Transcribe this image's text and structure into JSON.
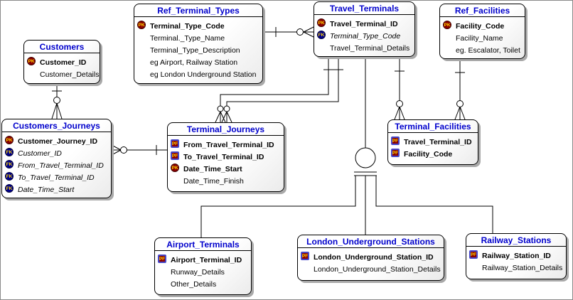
{
  "diagram": {
    "kind": "entity-relationship data model",
    "colors": {
      "entity_title_text": "#0000cc",
      "entity_border": "#000000",
      "entity_fill": "#ffffff",
      "entity_shadow": "#a9a9a9",
      "relationship_line": "#000000",
      "pk_badge_fill": "#8b0000",
      "fk_badge_fill": "#00008b",
      "pf_badge_fill": "#8b0000",
      "pf_badge_border": "#4646c8",
      "badge_text": "#ffd700"
    }
  },
  "entities": [
    {
      "id": "customers",
      "title": "Customers",
      "columns": [
        {
          "badge": "PK",
          "text": "Customer_ID",
          "style": "bold"
        },
        {
          "badge": null,
          "text": "Customer_Details",
          "style": "plain"
        }
      ]
    },
    {
      "id": "ref_terminal_types",
      "title": "Ref_Terminal_Types",
      "columns": [
        {
          "badge": "PK",
          "text": "Terminal_Type_Code",
          "style": "bold"
        },
        {
          "badge": null,
          "text": "Terminal._Type_Name",
          "style": "plain"
        },
        {
          "badge": null,
          "text": "Terminal_Type_Description",
          "style": "plain"
        },
        {
          "badge": null,
          "text": "eg Airport, Railway Station",
          "style": "plain"
        },
        {
          "badge": null,
          "text": "eg London Underground Station",
          "style": "plain"
        }
      ]
    },
    {
      "id": "travel_terminals",
      "title": "Travel_Terminals",
      "columns": [
        {
          "badge": "PK",
          "text": "Travel_Terminal_ID",
          "style": "bold"
        },
        {
          "badge": "FK",
          "text": "Terminal_Type_Code",
          "style": "italic"
        },
        {
          "badge": null,
          "text": "Travel_Terminal_Details",
          "style": "plain"
        }
      ]
    },
    {
      "id": "ref_facilities",
      "title": "Ref_Facilities",
      "columns": [
        {
          "badge": "PK",
          "text": "Facility_Code",
          "style": "bold"
        },
        {
          "badge": null,
          "text": "Facility_Name",
          "style": "plain"
        },
        {
          "badge": null,
          "text": "eg. Escalator, Toilet",
          "style": "plain"
        }
      ]
    },
    {
      "id": "customers_journeys",
      "title": "Customers_Journeys",
      "columns": [
        {
          "badge": "PK",
          "text": "Customer_Journey_ID",
          "style": "bold"
        },
        {
          "badge": "FK",
          "text": "Customer_ID",
          "style": "italic"
        },
        {
          "badge": "FK",
          "text": "From_Travel_Terminal_ID",
          "style": "italic"
        },
        {
          "badge": "FK",
          "text": "To_Travel_Terminal_ID",
          "style": "italic"
        },
        {
          "badge": "FK",
          "text": "Date_Time_Start",
          "style": "italic"
        }
      ]
    },
    {
      "id": "terminal_journeys",
      "title": "Terminal_Journeys",
      "columns": [
        {
          "badge": "PF",
          "text": "From_Travel_Terminal_ID",
          "style": "bold"
        },
        {
          "badge": "PF",
          "text": "To_Travel_Terminal_ID",
          "style": "bold"
        },
        {
          "badge": "PK",
          "text": "Date_Time_Start",
          "style": "bold"
        },
        {
          "badge": null,
          "text": "Date_Time_Finish",
          "style": "plain"
        }
      ]
    },
    {
      "id": "terminal_facilities",
      "title": "Terminal_Facilities",
      "columns": [
        {
          "badge": "PF",
          "text": "Travel_Terminal_ID",
          "style": "bold"
        },
        {
          "badge": "PF",
          "text": "Facility_Code",
          "style": "bold"
        }
      ]
    },
    {
      "id": "airport_terminals",
      "title": "Airport_Terminals",
      "columns": [
        {
          "badge": "PF",
          "text": "Airport_Terminal_ID",
          "style": "bold"
        },
        {
          "badge": null,
          "text": "Runway_Details",
          "style": "plain"
        },
        {
          "badge": null,
          "text": "Other_Details",
          "style": "plain"
        }
      ]
    },
    {
      "id": "london_underground_stations",
      "title": "London_Underground_Stations",
      "columns": [
        {
          "badge": "PF",
          "text": "London_Underground_Station_ID",
          "style": "bold"
        },
        {
          "badge": null,
          "text": "London_Underground_Station_Details",
          "style": "plain"
        }
      ]
    },
    {
      "id": "railway_stations",
      "title": "Railway_Stations",
      "columns": [
        {
          "badge": "PF",
          "text": "Railway_Station_ID",
          "style": "bold"
        },
        {
          "badge": null,
          "text": "Railway_Station_Details",
          "style": "plain"
        }
      ]
    }
  ],
  "relationships": [
    {
      "from": "Ref_Terminal_Types",
      "to": "Travel_Terminals",
      "from_cardinality": "exactly-one",
      "to_cardinality": "zero-or-many"
    },
    {
      "from": "Customers",
      "to": "Customers_Journeys",
      "from_cardinality": "exactly-one",
      "to_cardinality": "zero-or-many"
    },
    {
      "from": "Terminal_Journeys",
      "to": "Customers_Journeys",
      "from_cardinality": "exactly-one",
      "to_cardinality": "zero-or-many"
    },
    {
      "from": "Travel_Terminals",
      "to": "Terminal_Journeys",
      "via": "From_Travel_Terminal_ID",
      "from_cardinality": "exactly-one",
      "to_cardinality": "zero-or-many"
    },
    {
      "from": "Travel_Terminals",
      "to": "Terminal_Journeys",
      "via": "To_Travel_Terminal_ID",
      "from_cardinality": "exactly-one",
      "to_cardinality": "zero-or-many"
    },
    {
      "from": "Travel_Terminals",
      "to": "Terminal_Facilities",
      "from_cardinality": "exactly-one",
      "to_cardinality": "zero-or-many"
    },
    {
      "from": "Ref_Facilities",
      "to": "Terminal_Facilities",
      "from_cardinality": "exactly-one",
      "to_cardinality": "zero-or-many"
    }
  ],
  "subtype_cluster": {
    "supertype": "Travel_Terminals",
    "symbol": "category circle with double exclusion bar",
    "subtypes": [
      "Airport_Terminals",
      "London_Underground_Stations",
      "Railway_Stations"
    ]
  }
}
